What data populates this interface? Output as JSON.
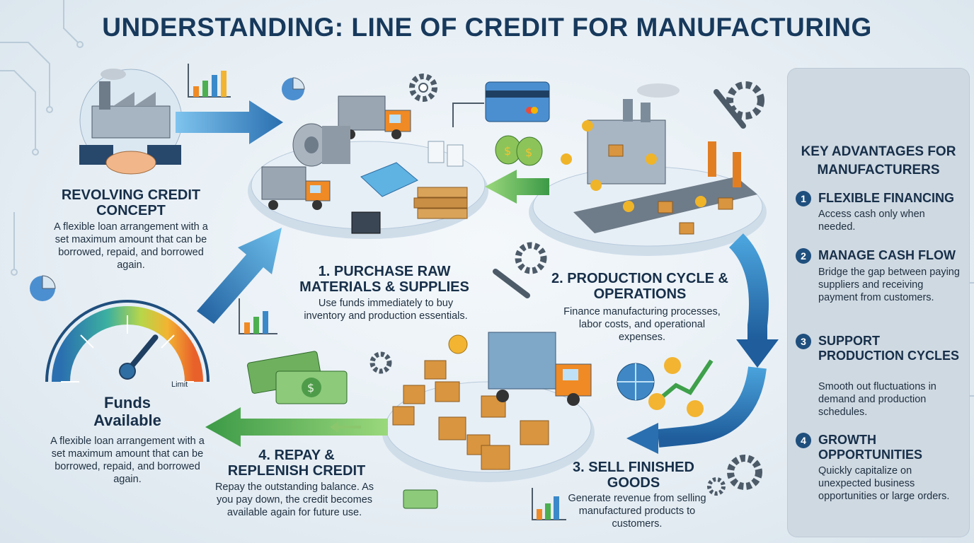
{
  "title": "UNDERSTANDING: LINE OF CREDIT FOR MANUFACTURING",
  "revolving": {
    "heading": "REVOLVING CREDIT CONCEPT",
    "text": "A flexible loan arrangement with a set maximum amount that can be borrowed, repaid, and borrowed again."
  },
  "gauge": {
    "label": "Funds Available",
    "limit_label": "Limit",
    "level": 0.72,
    "text": "A flexible loan arrangement with a set maximum amount that can be borrowed, repaid, and borrowed again."
  },
  "steps": [
    {
      "heading": "1. PURCHASE RAW MATERIALS & SUPPLIES",
      "text": "Use funds immediately to buy inventory and production essentials."
    },
    {
      "heading": "2. PRODUCTION CYCLE & OPERATIONS",
      "text": "Finance manufacturing processes, labor costs, and operational expenses."
    },
    {
      "heading": "3. SELL FINISHED GOODS",
      "text": "Generate revenue from selling manufactured products to customers."
    },
    {
      "heading": "4. REPAY & REPLENISH CREDIT",
      "text": "Repay the outstanding balance. As you pay down, the credit becomes available again for future use."
    }
  ],
  "advantages": {
    "title": "KEY ADVANTAGES FOR MANUFACTURERS",
    "items": [
      {
        "num": "1",
        "title": "FLEXIBLE FINANCING",
        "text": "Access cash only when needed."
      },
      {
        "num": "2",
        "title": "MANAGE CASH FLOW",
        "text": "Bridge the gap between paying suppliers and receiving payment from customers."
      },
      {
        "num": "3",
        "title": "SUPPORT PRODUCTION CYCLES",
        "text": "Smooth out fluctuations in demand and production schedules."
      },
      {
        "num": "4",
        "title": "GROWTH OPPORTUNITIES",
        "text": "Quickly capitalize on unexpected business opportunities or large orders."
      }
    ]
  },
  "icons": {
    "factory": "factory-handshake-icon",
    "trucks": "delivery-truck-icon",
    "materials": "raw-materials-icon",
    "credit_card": "credit-card-icon",
    "money_bags": "money-bag-icon",
    "assembly": "assembly-line-workers-icon",
    "gears": "gear-icon",
    "wrench": "wrench-icon",
    "globe": "globe-growth-icon",
    "cash": "cash-stack-icon",
    "boxes": "shipping-boxes-icon",
    "bar_chart": "bar-chart-icon",
    "pie_chart": "pie-chart-icon"
  },
  "colors": {
    "title": "#17395c",
    "arrow_blue": "#2d7fc0",
    "arrow_green": "#4caf50",
    "platform": "#dbe7f1",
    "panel": "#cfd9e2",
    "number_badge": "#1f4f7d",
    "truck_orange": "#f08a24",
    "box": "#d9953f",
    "money": "#4e9c4a"
  }
}
